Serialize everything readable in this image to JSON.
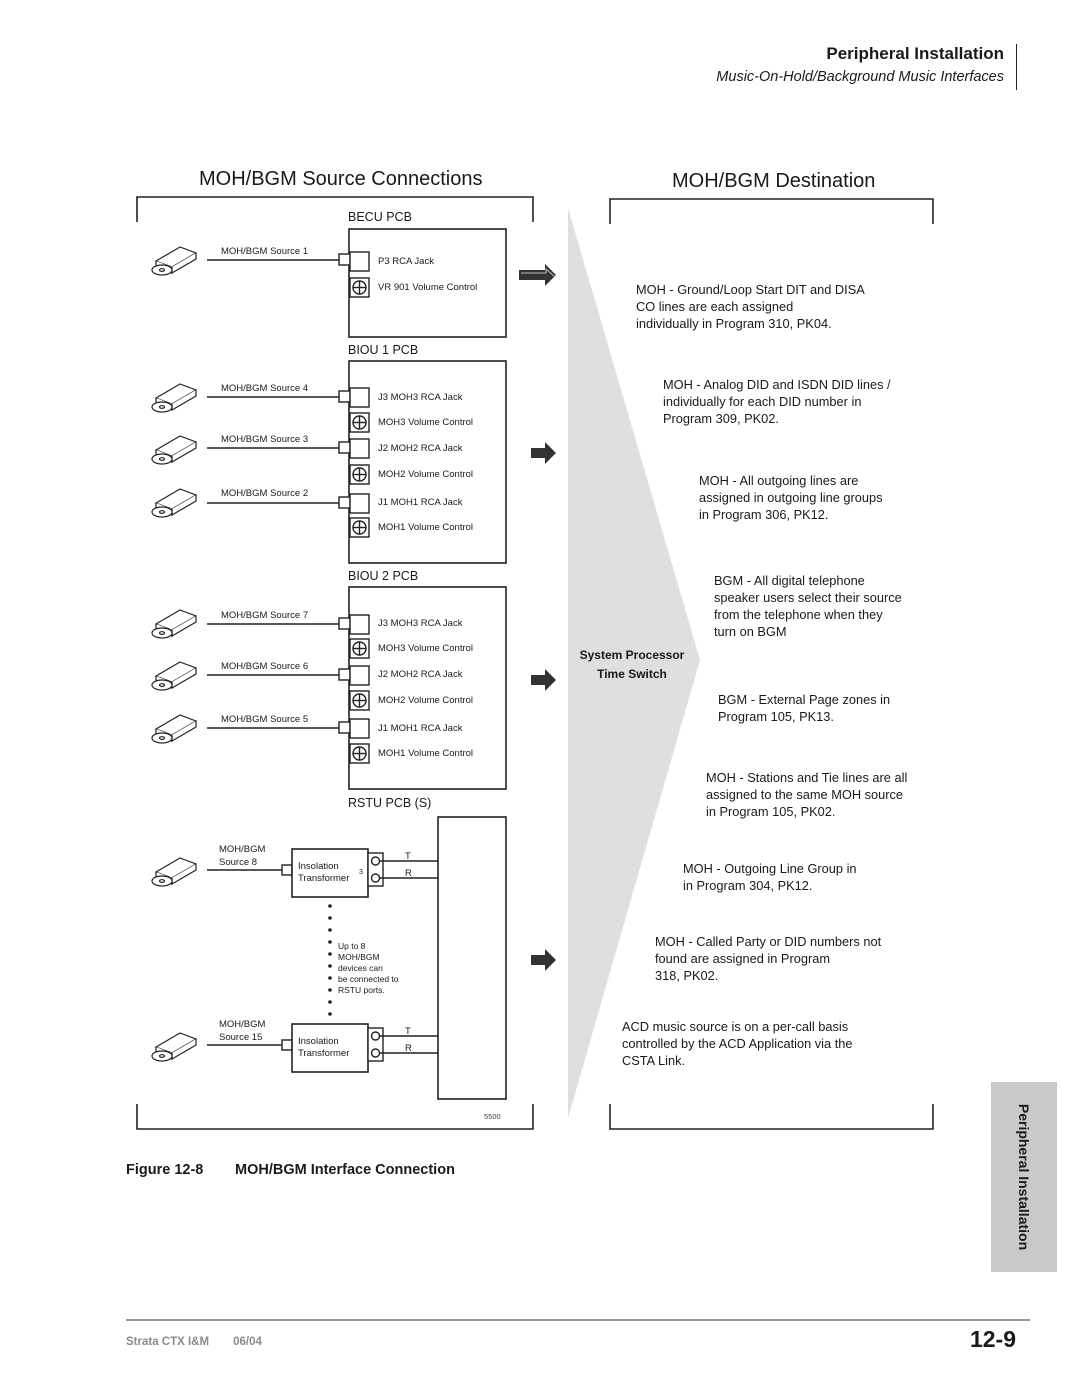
{
  "header": {
    "title": "Peripheral Installation",
    "subtitle": "Music-On-Hold/Background Music Interfaces"
  },
  "diagram": {
    "source_title": "MOH/BGM Source Connections",
    "dest_title": "MOH/BGM Destination",
    "becu": {
      "title": "BECU PCB",
      "source_label": "MOH/BGM Source 1",
      "jack": "P3 RCA Jack",
      "volume": "VR 901 Volume Control"
    },
    "biou1": {
      "title": "BIOU 1 PCB",
      "rows": [
        {
          "source": "MOH/BGM Source 4",
          "jack": "J3 MOH3 RCA Jack",
          "volume": "MOH3 Volume Control"
        },
        {
          "source": "MOH/BGM Source 3",
          "jack": "J2 MOH2 RCA Jack",
          "volume": "MOH2 Volume Control"
        },
        {
          "source": "MOH/BGM Source 2",
          "jack": "J1 MOH1 RCA Jack",
          "volume": "MOH1 Volume Control"
        }
      ]
    },
    "biou2": {
      "title": "BIOU 2 PCB",
      "rows": [
        {
          "source": "MOH/BGM Source 7",
          "jack": "J3 MOH3 RCA Jack",
          "volume": "MOH3 Volume Control"
        },
        {
          "source": "MOH/BGM Source 6",
          "jack": "J2 MOH2 RCA Jack",
          "volume": "MOH2 Volume Control"
        },
        {
          "source": "MOH/BGM Source 5",
          "jack": "J1 MOH1 RCA Jack",
          "volume": "MOH1 Volume Control"
        }
      ]
    },
    "rstu": {
      "title": "RSTU PCB (S)",
      "src8_line1": "MOH/BGM",
      "src8_line2": "Source 8",
      "src15_line1": "MOH/BGM",
      "src15_line2": "Source 15",
      "transformer_line1": "Insolation",
      "transformer_line2": "Transformer",
      "superscript": "3",
      "t_label": "T",
      "r_label": "R",
      "note": "Up to 8\nMOH/BGM\ndevices can\nbe connected to\nRSTU ports."
    },
    "code": "5500",
    "system_processor_line1": "System Processor",
    "system_processor_line2": "Time Switch",
    "destinations": [
      "MOH - Ground/Loop Start DIT and DISA\nCO lines are each assigned\nindividually in Program 310, PK04.",
      "MOH - Analog DID and ISDN DID lines /\nindividually for each DID number in\nProgram 309, PK02.",
      "MOH - All outgoing lines are\nassigned in outgoing line groups\nin Program 306, PK12.",
      "BGM - All digital telephone\nspeaker users select their source\nfrom the telephone when they\nturn on BGM",
      "BGM - External Page zones in\nProgram 105, PK13.",
      "MOH - Stations and Tie lines are all\nassigned to the same MOH source\nin Program 105, PK02.",
      "MOH - Outgoing Line Group in\nin Program 304, PK12.",
      "MOH - Called Party or DID numbers not\nfound are assigned in Program\n 318, PK02.",
      "ACD music source is on a  per-call basis\ncontrolled by the ACD Application via the\nCSTA Link."
    ]
  },
  "figure": {
    "label": "Figure 12-8",
    "caption": "MOH/BGM Interface Connection"
  },
  "side_tab": "Peripheral Installation",
  "footer": {
    "doc": "Strata CTX I&M",
    "date": "06/04",
    "page": "12-9"
  }
}
